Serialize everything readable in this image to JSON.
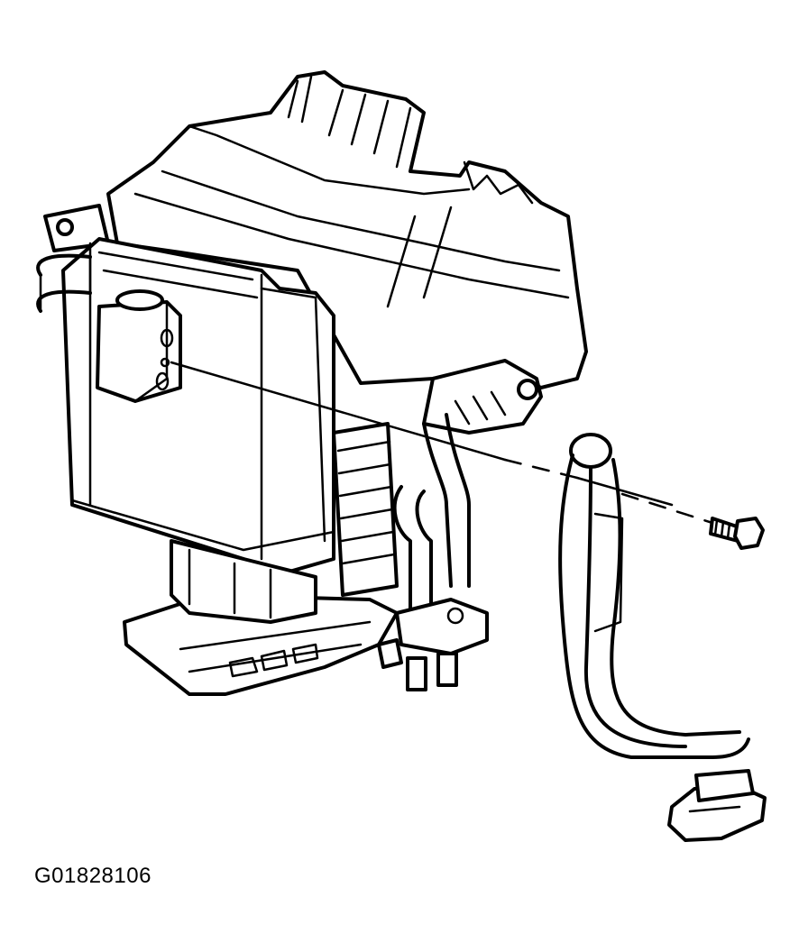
{
  "figure": {
    "id_label": "G01828106",
    "line_color": "#000000",
    "background": "#ffffff"
  },
  "parts": {
    "module": "hvac-module-assembly",
    "block": "expansion-valve-block",
    "tube": "evaporator-tube",
    "fastener": "bolt",
    "leader": "dashed-alignment-line"
  }
}
